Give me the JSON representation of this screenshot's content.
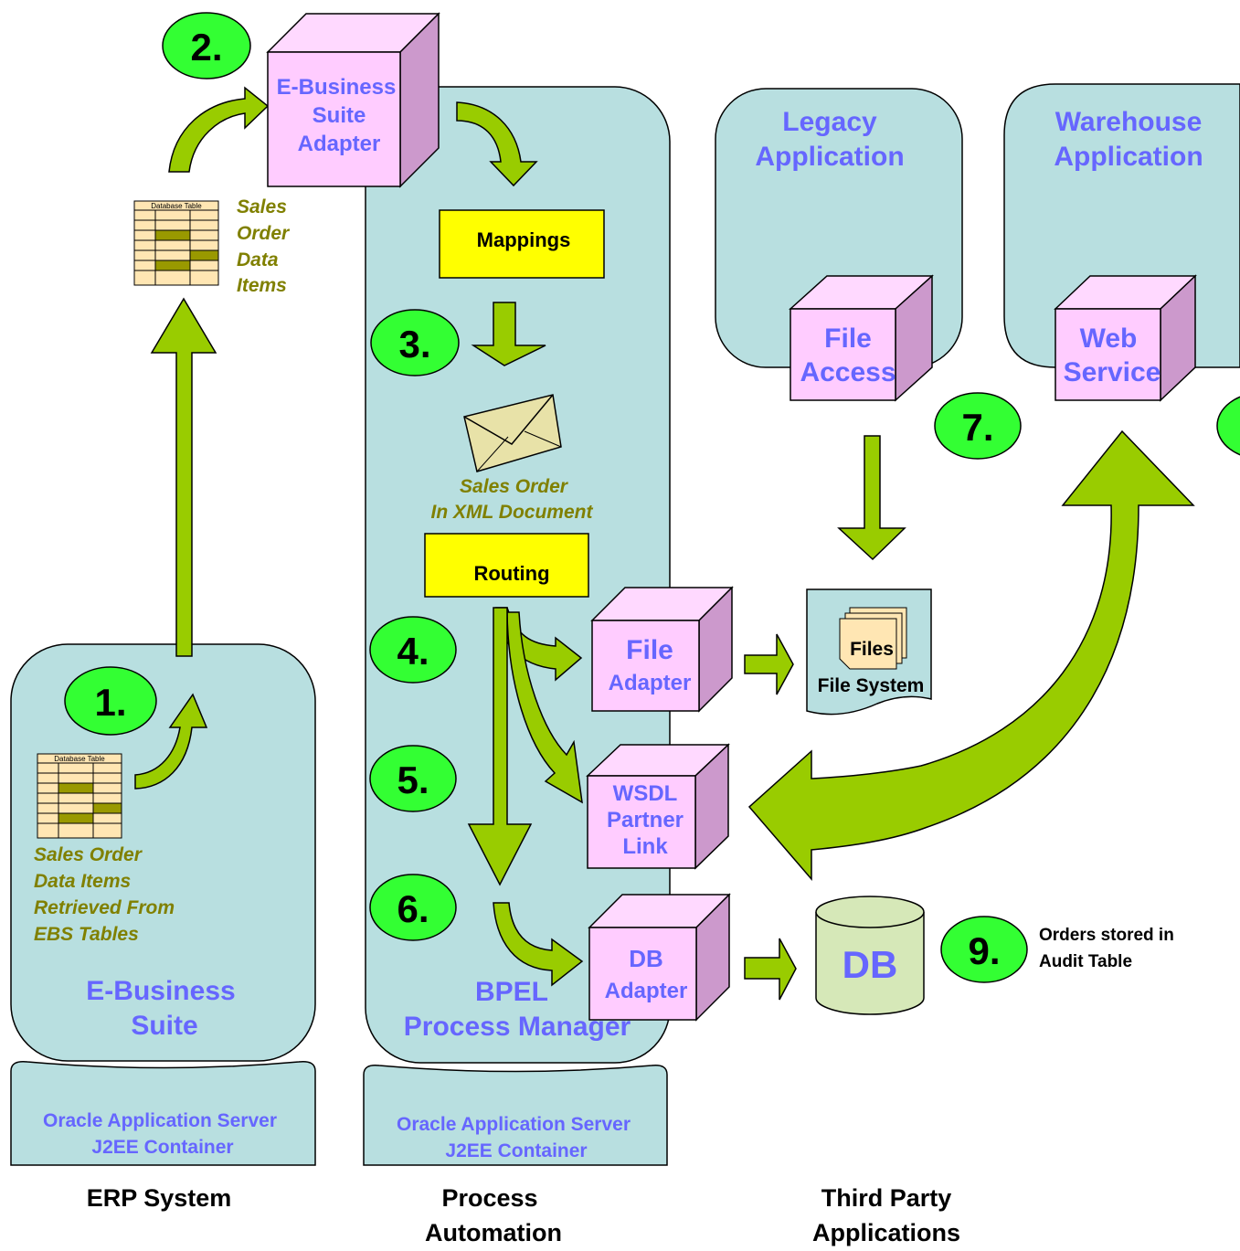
{
  "colors": {
    "container_fill": "#b8dfe0",
    "cube_front": "#ffccff",
    "cube_side": "#cc99cc",
    "cube_top": "#ffd9ff",
    "arrow_green": "#99cc00",
    "step_circle": "#33ff33",
    "yellow_box": "#ffff00",
    "blue_text": "#6666ff",
    "olive_text": "#808000",
    "db_fill": "#d6e8b8",
    "table_cell": "#ffe6b3",
    "table_highlight": "#999900"
  },
  "columns": {
    "erp": "ERP System",
    "process": [
      "Process",
      "Automation"
    ],
    "third_party": [
      "Third Party",
      "Applications"
    ]
  },
  "containers": {
    "ebs": [
      "E-Business",
      "Suite"
    ],
    "bpel": [
      "BPEL",
      "Process Manager"
    ],
    "legacy": [
      "Legacy",
      "Application"
    ],
    "warehouse": [
      "Warehouse",
      "Application"
    ]
  },
  "app_servers": {
    "erp": [
      "Oracle Application Server",
      "J2EE Container"
    ],
    "process": [
      "Oracle Application Server",
      "J2EE Container"
    ]
  },
  "cubes": {
    "ebs_adapter": [
      "E-Business",
      "Suite",
      "Adapter"
    ],
    "file_access": [
      "File",
      "Access"
    ],
    "web_service": [
      "Web",
      "Service"
    ],
    "file_adapter": [
      "File",
      "Adapter"
    ],
    "wsdl_partner": [
      "WSDL",
      "Partner",
      "Link"
    ],
    "db_adapter": [
      "DB",
      "Adapter"
    ]
  },
  "boxes": {
    "mappings": "Mappings",
    "routing": "Routing"
  },
  "steps": [
    "1.",
    "2.",
    "3.",
    "4.",
    "5.",
    "6.",
    "7.",
    "9."
  ],
  "annotations": {
    "sales_order_items": [
      "Sales",
      "Order",
      "Data",
      "Items"
    ],
    "retrieved": [
      "Sales Order",
      "Data Items",
      "Retrieved From",
      "EBS Tables"
    ],
    "xml_doc": [
      "Sales Order",
      "In XML Document"
    ],
    "orders_stored": [
      "Orders stored in",
      "Audit Table"
    ]
  },
  "table_icon_title": "Database Table",
  "file_system": {
    "files": "Files",
    "label": "File System"
  },
  "db_label": "DB"
}
